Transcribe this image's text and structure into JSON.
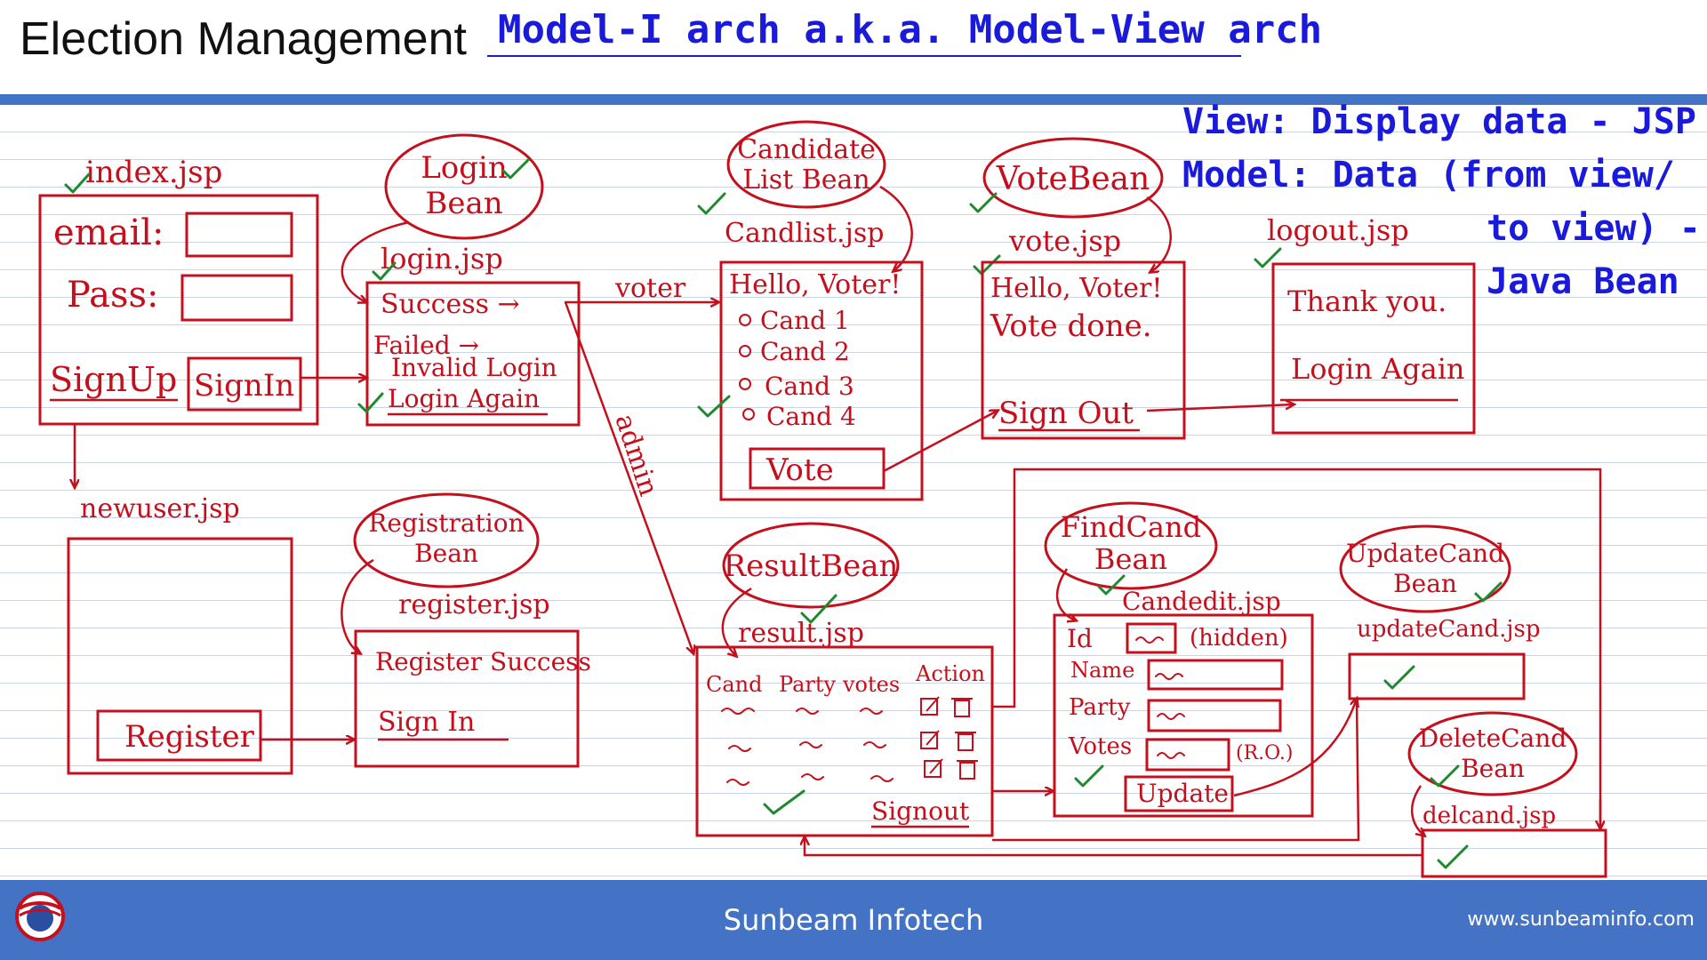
{
  "header": {
    "title": "Election Management",
    "subtitle": "Model-I arch a.k.a. Model-View arch"
  },
  "notes": {
    "line1": "View: Display data - JSP",
    "line2": "Model: Data (from view/",
    "line3": "to view) -",
    "line4": "Java Bean"
  },
  "index": {
    "page": "index.jsp",
    "email_label": "email:",
    "pass_label": "Pass:",
    "signup": "SignUp",
    "signin": "SignIn"
  },
  "newuser": {
    "page": "newuser.jsp",
    "register_button": "Register"
  },
  "login": {
    "bean_line1": "Login",
    "bean_line2": "Bean",
    "page": "login.jsp",
    "success": "Success →",
    "failed": "Failed →",
    "invalid": "Invalid Login",
    "again": "Login Again",
    "voter_label": "voter",
    "admin_label": "admin"
  },
  "register": {
    "bean_line1": "Registration",
    "bean_line2": "Bean",
    "page": "register.jsp",
    "success": "Register Success",
    "signin": "Sign In"
  },
  "candlist": {
    "bean_line1": "Candidate",
    "bean_line2": "List Bean",
    "page": "Candlist.jsp",
    "greeting": "Hello, Voter!",
    "options": [
      "Cand 1",
      "Cand 2",
      "Cand 3",
      "Cand 4"
    ],
    "vote_button": "Vote"
  },
  "vote": {
    "bean": "VoteBean",
    "page": "vote.jsp",
    "greeting": "Hello, Voter!",
    "done": "Vote done.",
    "signout": "Sign Out"
  },
  "logout": {
    "page": "logout.jsp",
    "thanks": "Thank you.",
    "again": "Login Again"
  },
  "result": {
    "bean": "ResultBean",
    "page": "result.jsp",
    "columns": [
      "Cand",
      "Party",
      "votes",
      "Action"
    ],
    "signout": "Signout"
  },
  "candedit": {
    "bean_line1": "FindCand",
    "bean_line2": "Bean",
    "page": "Candedit.jsp",
    "id_label": "Id",
    "hidden": "(hidden)",
    "name_label": "Name",
    "party_label": "Party",
    "votes_label": "Votes",
    "ro": "(R.O.)",
    "update_button": "Update"
  },
  "updatecand": {
    "bean_line1": "UpdateCand",
    "bean_line2": "Bean",
    "page": "updateCand.jsp"
  },
  "delcand": {
    "bean_line1": "DeleteCand",
    "bean_line2": "Bean",
    "page": "delcand.jsp"
  },
  "footer": {
    "company": "Sunbeam Infotech",
    "url": "www.sunbeaminfo.com"
  },
  "colors": {
    "ink_red": "#c4101c",
    "ink_blue": "#1a1adb",
    "check_green": "#1e8a2e",
    "bar_blue": "#4472c4"
  }
}
